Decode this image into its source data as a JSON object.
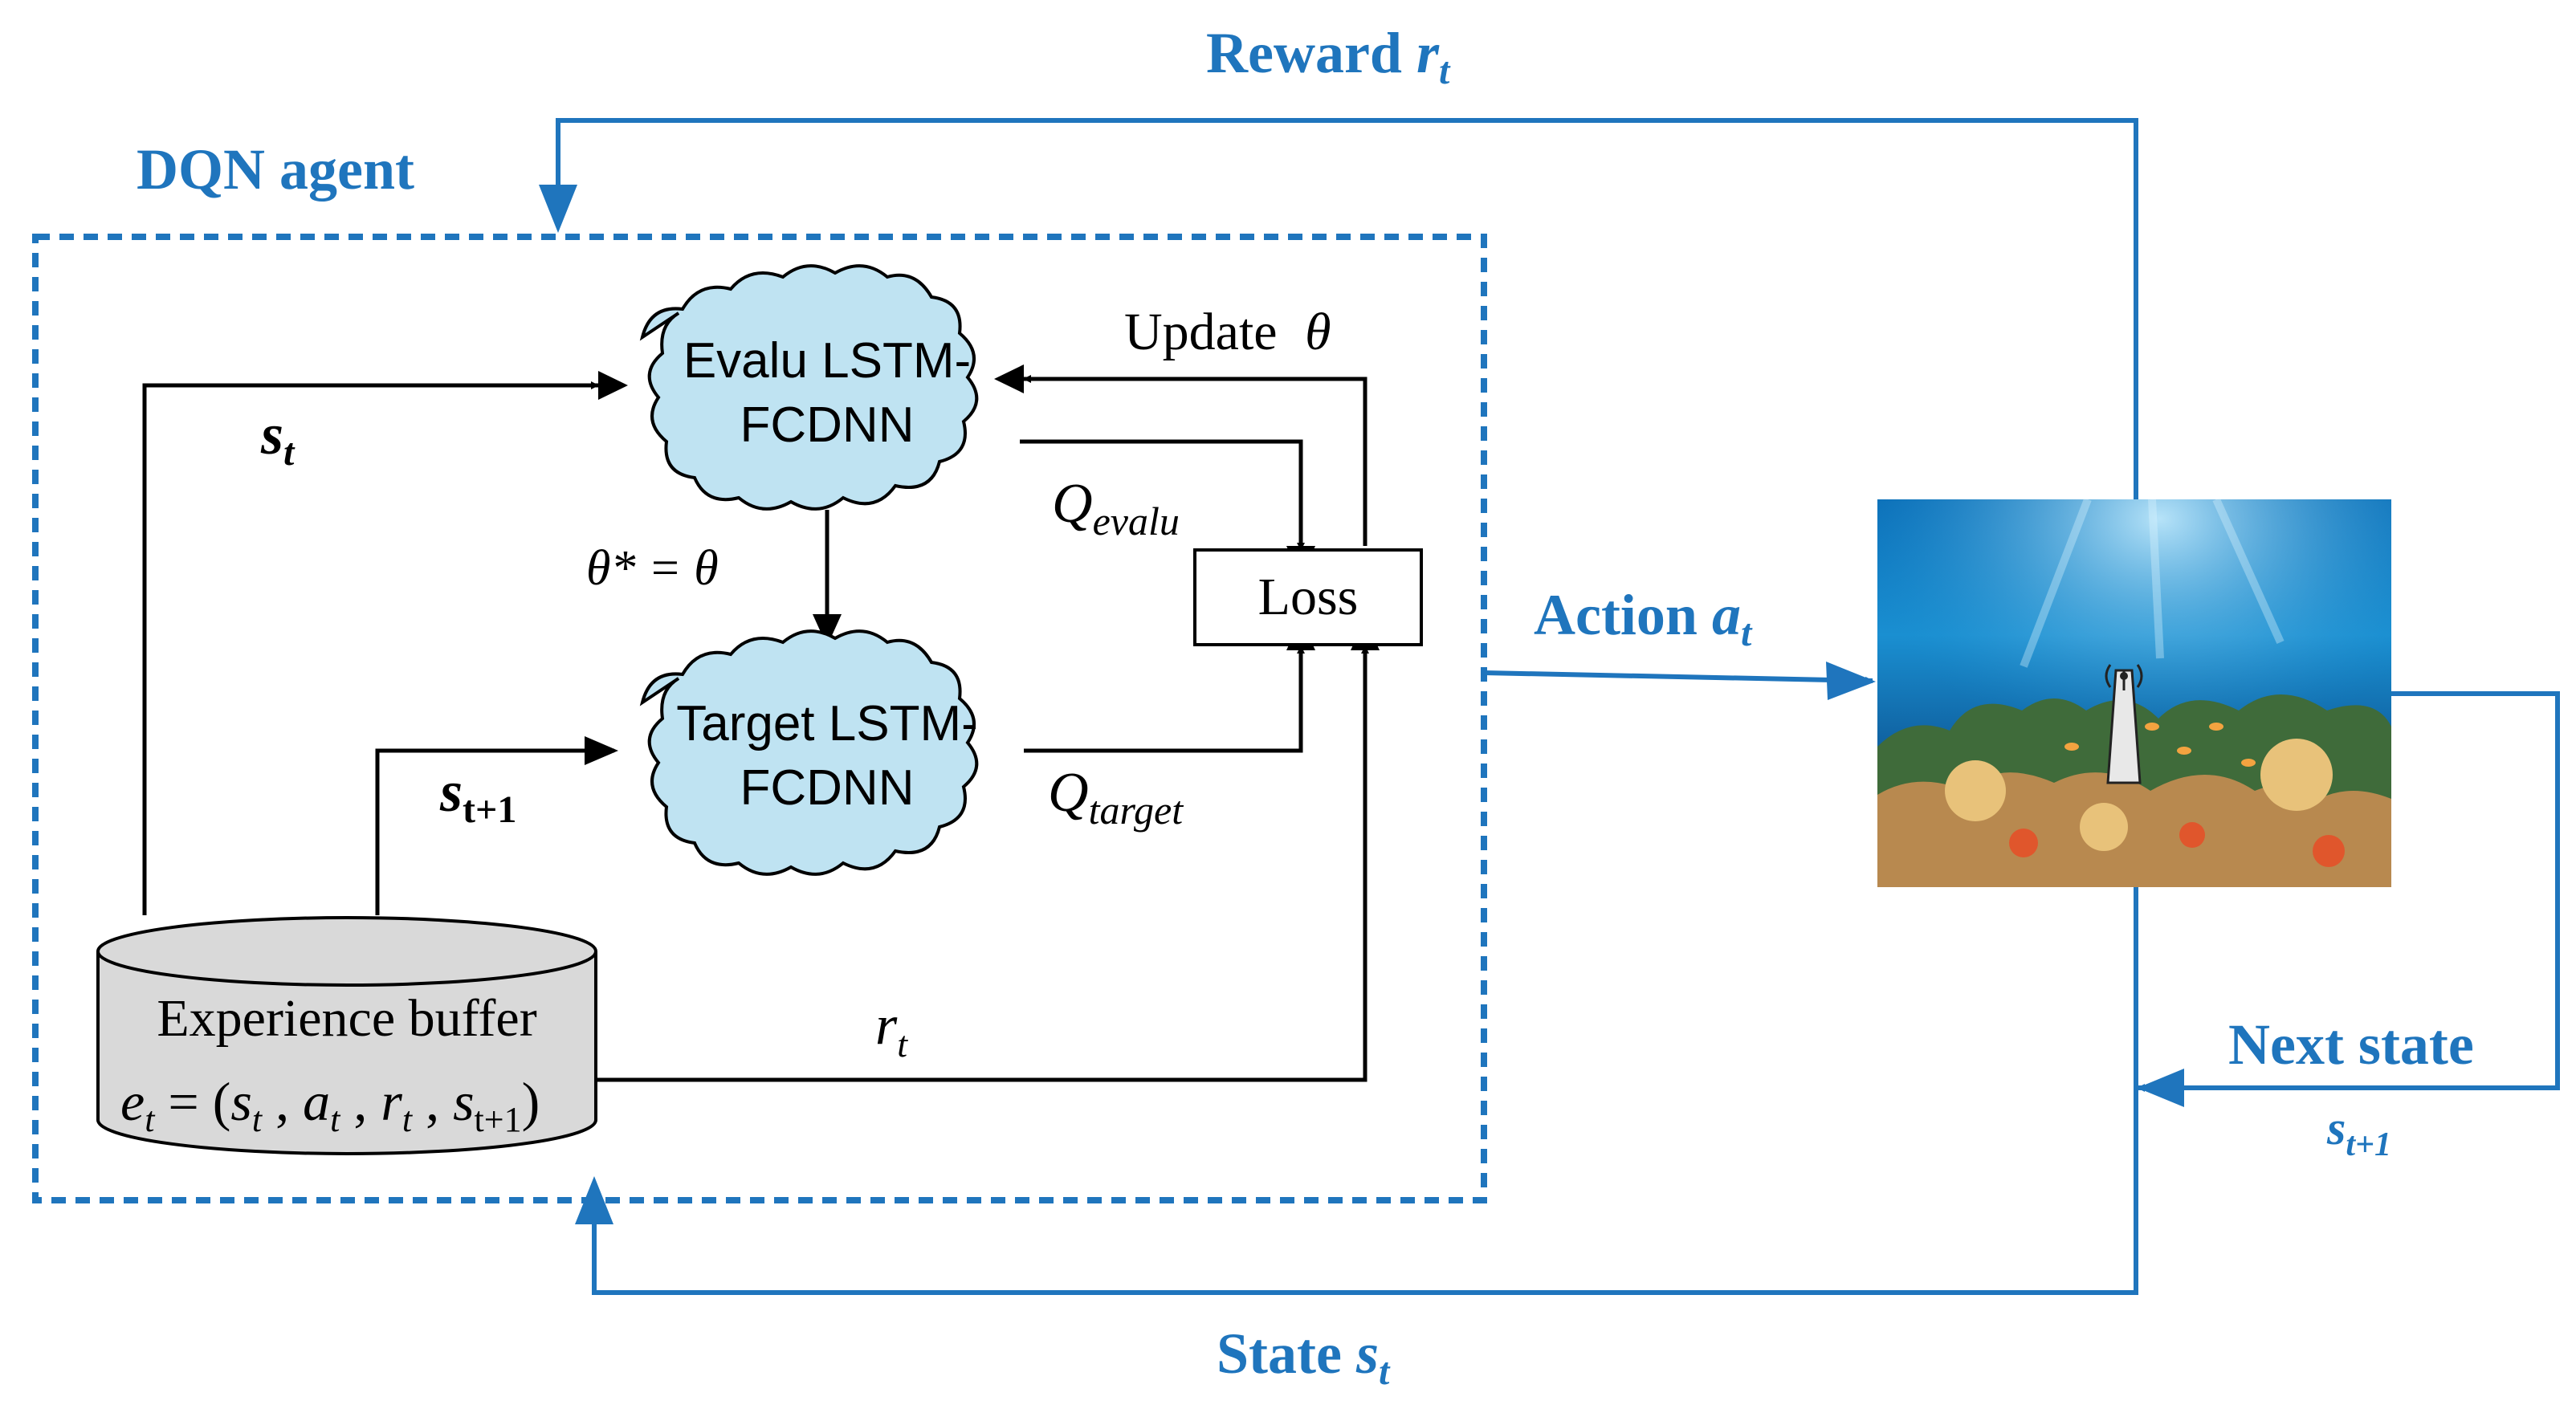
{
  "colors": {
    "accent_blue": "#1f75bd",
    "cloud_fill": "#bfe3f2",
    "buffer_fill": "#d9d9d9",
    "line_black": "#000000"
  },
  "labels": {
    "reward_word": "Reward",
    "reward_sym": "r",
    "reward_sub": "t",
    "agent_title": "DQN agent",
    "action_word": "Action",
    "action_sym": "a",
    "action_sub": "t",
    "next_state_word": "Next state",
    "next_state_sym": "s",
    "next_state_sub": "t+1",
    "state_word": "State",
    "state_sym": "s",
    "state_sub": "t"
  },
  "agent": {
    "evalu_line1": "Evalu LSTM-",
    "evalu_line2": "FCDNN",
    "target_line1": "Target LSTM-",
    "target_line2": "FCDNN",
    "loss": "Loss",
    "update_word": "Update",
    "update_sym": "θ",
    "copy_eq": "θ* = θ",
    "s_t_sym": "s",
    "s_t_sub": "t",
    "s_t1_sym": "s",
    "s_t1_sub": "t+1",
    "q_evalu_sym": "Q",
    "q_evalu_sub": "evalu",
    "q_target_sym": "Q",
    "q_target_sub": "target",
    "r_t_sym": "r",
    "r_t_sub": "t",
    "buffer_title": "Experience buffer",
    "buffer_formula": "e",
    "buffer_formula_sub": "t",
    "buffer_formula_rest": " = (s",
    "buffer_tuple": "t , a t , r t , s t+1 )"
  },
  "environment": {
    "icon": "underwater-node-icon"
  }
}
